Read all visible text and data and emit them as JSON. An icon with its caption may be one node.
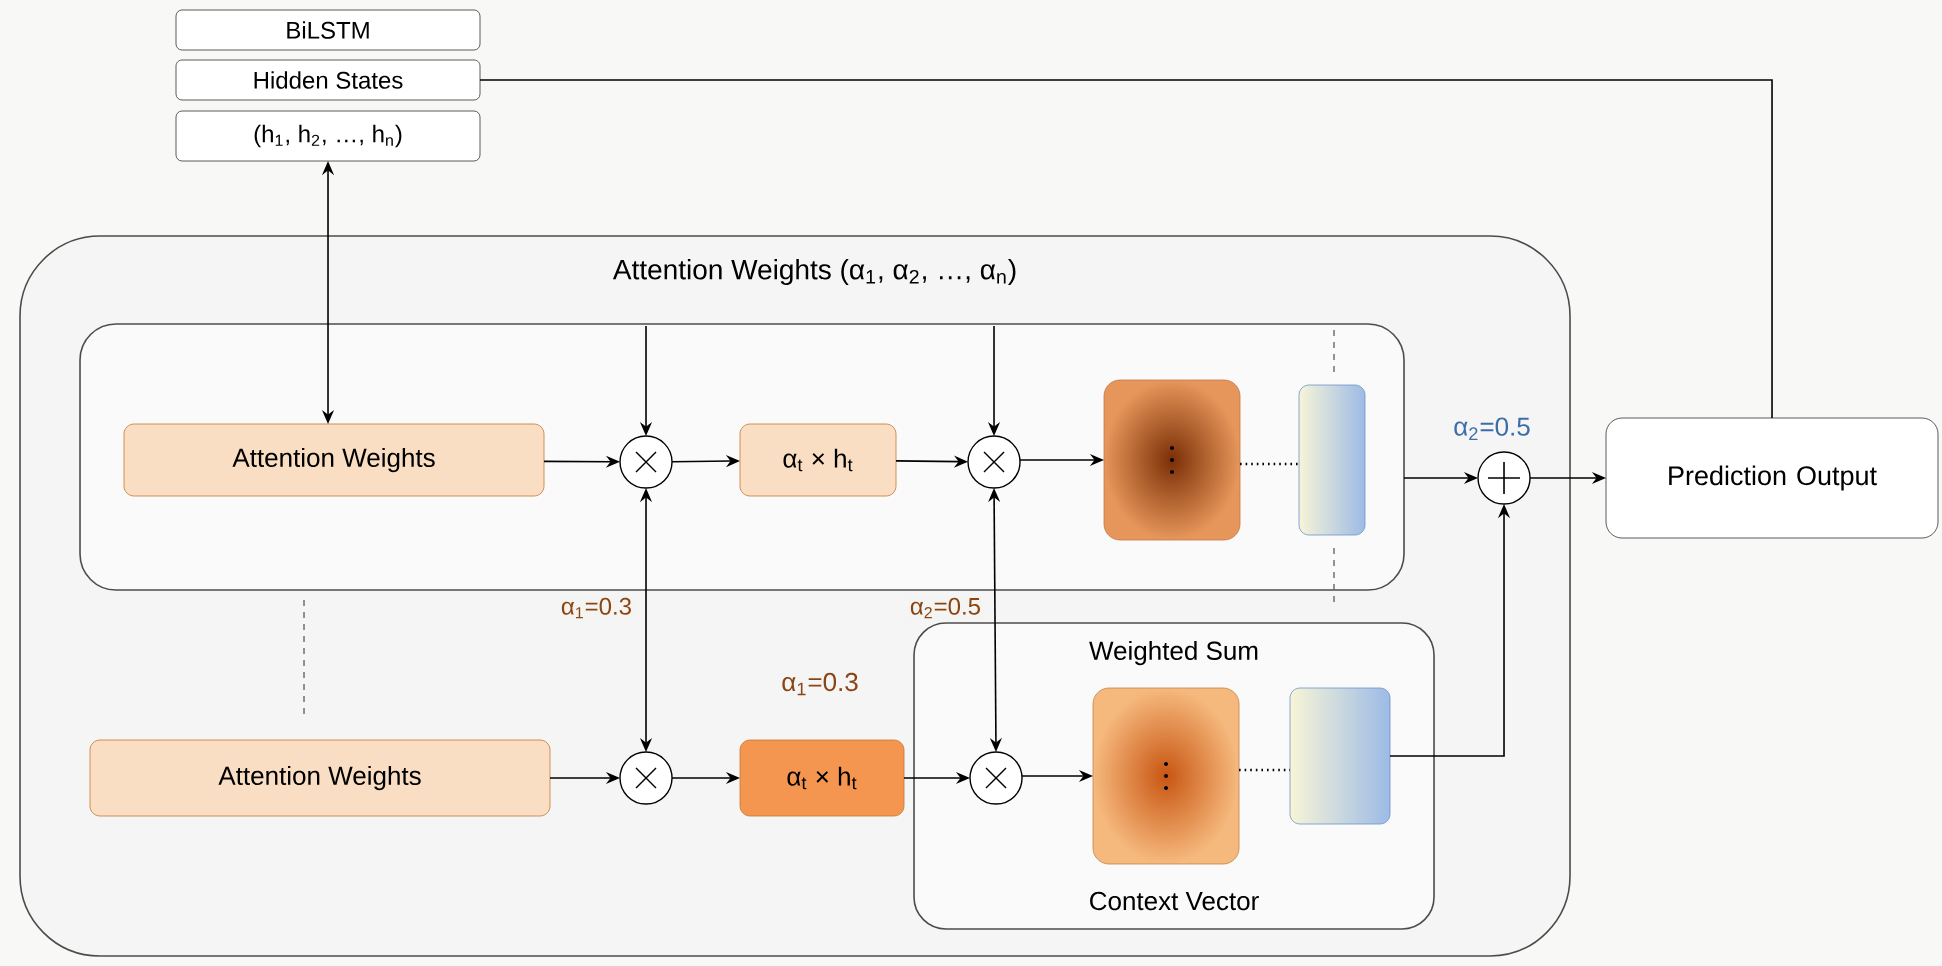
{
  "diagram": {
    "nodes": [
      {
        "text": [
          "BiLSTM"
        ]
      },
      {
        "text": [
          "Hidden States"
        ]
      },
      {
        "text": [
          "(h$_{1}$, h$_{2}$, …, h$_{n}$)"
        ]
      },
      {
        "text": [
          "Attention Weights (α$_{1}$, α$_{2}$, …, α$_{n}$)"
        ]
      },
      {
        "text": [],
        "shape": "box",
        "in": 3
      },
      {
        "text": [
          "Attention Weights"
        ],
        "in": 4
      },
      {
        "text": [],
        "shape": "circle",
        "in": 4
      },
      {
        "text": [
          "α$_{t}$ × h$_{t}$"
        ],
        "in": 4
      },
      {
        "text": [],
        "shape": "circle",
        "in": 4
      },
      {
        "text": [],
        "shape": "box",
        "in": 4
      },
      {
        "text": [],
        "shape": "box",
        "in": 4
      },
      {
        "text": [],
        "shape": "circle",
        "in": 3,
        "beside": [
          "α$_{2}$=0.5"
        ]
      },
      {
        "text": [
          "Prediction Output"
        ]
      },
      {
        "text": [
          "Attention Weights"
        ],
        "in": 3
      },
      {
        "text": [],
        "shape": "circle",
        "in": 3
      },
      {
        "text": [
          "α$_{t}$ × h$_{t}$"
        ],
        "in": 3
      },
      {
        "text": [
          "Weighted Sum",
          "Context Vector"
        ],
        "in": 3
      },
      {
        "text": [],
        "shape": "circle",
        "in": 16
      },
      {
        "text": [],
        "shape": "box",
        "in": 16
      },
      {
        "text": [],
        "shape": "box",
        "in": 16
      }
    ],
    "edges": [
      {
        "from": 2,
        "to": 5,
        "arrow": "both"
      },
      {
        "from": 5,
        "to": 6,
        "arrow": "to"
      },
      {
        "from": 6,
        "to": 7,
        "arrow": "to"
      },
      {
        "from": 7,
        "to": 8,
        "arrow": "to"
      },
      {
        "from": 8,
        "to": 9,
        "arrow": "to"
      },
      {
        "from": null,
        "to": 6,
        "arrow": "to"
      },
      {
        "from": null,
        "to": 8,
        "arrow": "to"
      },
      {
        "from": 6,
        "to": 14,
        "arrow": "both",
        "label": "α$_{1}$=0.3"
      },
      {
        "from": 8,
        "to": 17,
        "arrow": "both",
        "label": "α$_{2}$=0.5"
      },
      {
        "from": 4,
        "to": 11,
        "arrow": "to"
      },
      {
        "from": 11,
        "to": 12,
        "arrow": "to"
      },
      {
        "from": 1,
        "to": 12,
        "arrow": "none"
      },
      {
        "from": 13,
        "to": 14,
        "arrow": "to"
      },
      {
        "from": 14,
        "to": 15,
        "arrow": "to"
      },
      {
        "from": 15,
        "to": 17,
        "arrow": "to"
      },
      {
        "from": 17,
        "to": 18,
        "arrow": "to"
      },
      {
        "from": 19,
        "to": 11,
        "arrow": "to"
      },
      {
        "from": 9,
        "to": 10,
        "arrow": "none",
        "style": "dashed"
      },
      {
        "from": 18,
        "to": 19,
        "arrow": "none",
        "style": "dashed"
      }
    ],
    "labels": [
      "α$_{1}$=0.3"
    ]
  }
}
